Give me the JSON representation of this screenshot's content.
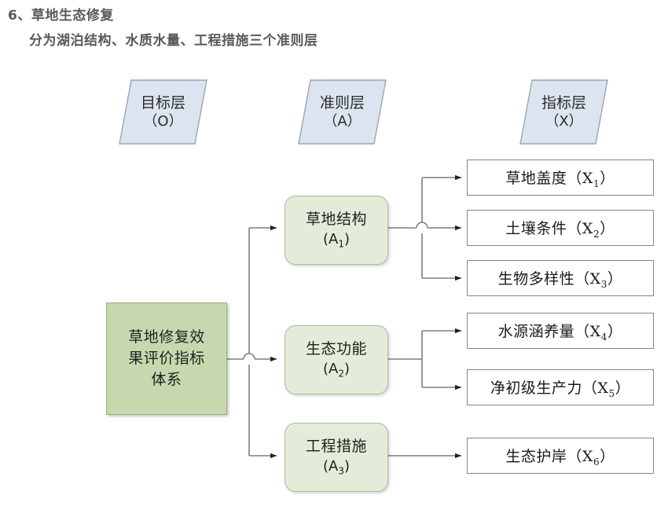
{
  "heading": {
    "line1": "6、草地生态修复",
    "line2": "分为湖泊结构、水质水量、工程措施三个准则层"
  },
  "layers": [
    {
      "name": "目标层",
      "code": "（O）"
    },
    {
      "name": "准则层",
      "code": "（A）"
    },
    {
      "name": "指标层",
      "code": "（X）"
    }
  ],
  "goal": {
    "line1": "草地修复效",
    "line2": "果评价指标",
    "line3": "体系"
  },
  "criteria": [
    {
      "name": "草地结构",
      "code_prefix": "(A",
      "code_sub": "1",
      "code_suffix": ")"
    },
    {
      "name": "生态功能",
      "code_prefix": "(A",
      "code_sub": "2",
      "code_suffix": ")"
    },
    {
      "name": "工程措施",
      "code_prefix": "(A",
      "code_sub": "3",
      "code_suffix": ")"
    }
  ],
  "indicators": [
    {
      "name": "草地盖度",
      "code_prefix": "（X",
      "code_sub": "1",
      "code_suffix": "）"
    },
    {
      "name": "土壤条件",
      "code_prefix": "（X",
      "code_sub": "2",
      "code_suffix": "）"
    },
    {
      "name": "生物多样性",
      "code_prefix": "（X",
      "code_sub": "3",
      "code_suffix": "）"
    },
    {
      "name": "水源涵养量",
      "code_prefix": "（X",
      "code_sub": "4",
      "code_suffix": "）"
    },
    {
      "name": "净初级生产力",
      "code_prefix": "（X",
      "code_sub": "5",
      "code_suffix": "）"
    },
    {
      "name": "生态护岸",
      "code_prefix": "（X",
      "code_sub": "6",
      "code_suffix": "）"
    }
  ],
  "colors": {
    "header_fill": "#dce5ef",
    "header_stroke": "#9aa6b5",
    "goal_fill": "#c6d9ae",
    "goal_stroke": "#9bb07f",
    "criteria_fill": "#e3ecd9",
    "criteria_stroke": "#a9bd97",
    "indicator_fill": "#ffffff",
    "indicator_stroke": "#868686",
    "connector": "#7f7f7f",
    "heading_text": "#595959"
  }
}
